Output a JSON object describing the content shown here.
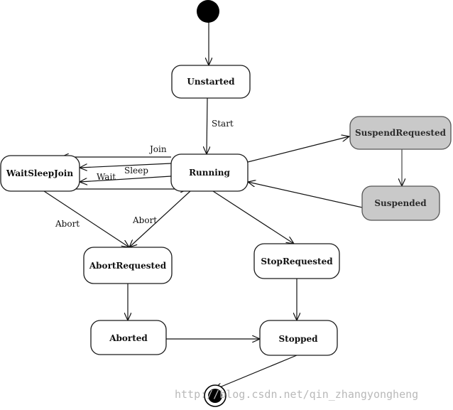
{
  "diagram": {
    "states": [
      {
        "id": "unstarted",
        "label": "Unstarted"
      },
      {
        "id": "running",
        "label": "Running"
      },
      {
        "id": "waitsleepjoin",
        "label": "WaitSleepJoin"
      },
      {
        "id": "suspendrequested",
        "label": "SuspendRequested"
      },
      {
        "id": "suspended",
        "label": "Suspended"
      },
      {
        "id": "abortrequested",
        "label": "AbortRequested"
      },
      {
        "id": "stoprequested",
        "label": "StopRequested"
      },
      {
        "id": "aborted",
        "label": "Aborted"
      },
      {
        "id": "stopped",
        "label": "Stopped"
      }
    ],
    "transitions": [
      {
        "from": "initial",
        "to": "unstarted",
        "label": ""
      },
      {
        "from": "unstarted",
        "to": "running",
        "label": "Start"
      },
      {
        "from": "running",
        "to": "waitsleepjoin",
        "label": "Join"
      },
      {
        "from": "running",
        "to": "waitsleepjoin",
        "label": "Sleep"
      },
      {
        "from": "running",
        "to": "waitsleepjoin",
        "label": "Wait"
      },
      {
        "from": "waitsleepjoin",
        "to": "running",
        "label": ""
      },
      {
        "from": "running",
        "to": "suspendrequested",
        "label": ""
      },
      {
        "from": "suspendrequested",
        "to": "suspended",
        "label": ""
      },
      {
        "from": "suspended",
        "to": "running",
        "label": ""
      },
      {
        "from": "waitsleepjoin",
        "to": "abortrequested",
        "label": "Abort"
      },
      {
        "from": "running",
        "to": "abortrequested",
        "label": "Abort"
      },
      {
        "from": "running",
        "to": "stoprequested",
        "label": ""
      },
      {
        "from": "abortrequested",
        "to": "aborted",
        "label": ""
      },
      {
        "from": "stoprequested",
        "to": "stopped",
        "label": ""
      },
      {
        "from": "aborted",
        "to": "stopped",
        "label": ""
      },
      {
        "from": "stopped",
        "to": "final",
        "label": ""
      }
    ]
  },
  "watermark": "http://blog.csdn.net/qin_zhangyongheng"
}
